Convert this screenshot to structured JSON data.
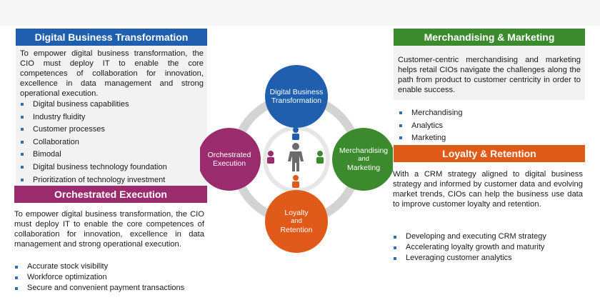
{
  "colors": {
    "blue": "#1f5fae",
    "green": "#3c8a2e",
    "purple": "#9a2c6e",
    "orange": "#e05a19",
    "ring": "#d3d3d3",
    "bullet": "#2e6fb5"
  },
  "digital_business_transformation": {
    "title": "Digital Business Transformation",
    "text": "To empower digital business transformation, the CIO must deploy IT to enable the core competences of collaboration for innovation, excellence in data management and strong operational execution.",
    "bullets": [
      "Digital business capabilities",
      "Industry fluidity",
      "Customer processes",
      "Collaboration",
      "Bimodal",
      "Digital business technology foundation",
      "Prioritization of technology investment"
    ]
  },
  "orchestrated_execution": {
    "title": "Orchestrated Execution",
    "text": "To empower digital business transformation, the CIO must deploy IT to enable the core competences of collaboration for innovation, excellence in data management and strong operational execution.",
    "bullets": [
      "Accurate stock visibility",
      "Workforce optimization",
      "Secure and convenient payment transactions"
    ]
  },
  "merchandising_marketing": {
    "title": "Merchandising & Marketing",
    "text": "Customer-centric merchandising and marketing helps retail CIOs navigate the challenges along the path from product to customer centricity in order to enable success.",
    "bullets": [
      "Merchandising",
      "Analytics",
      "Marketing"
    ]
  },
  "loyalty_retention": {
    "title": "Loyalty & Retention",
    "text": "With a CRM strategy aligned to digital business strategy and informed by customer data and evolving market trends, CIOs can help the business use data to improve customer loyalty and retention.",
    "bullets": [
      "Developing and executing CRM strategy",
      "Accelerating loyalty growth and maturity",
      "Leveraging customer analytics"
    ]
  },
  "diagram": {
    "top": [
      "Digital Business",
      "Transformation"
    ],
    "left": [
      "Orchestrated",
      "Execution"
    ],
    "right": [
      "Merchandising",
      "and",
      "Marketing"
    ],
    "bottom": [
      "Loyalty",
      "and",
      "Retention"
    ]
  }
}
